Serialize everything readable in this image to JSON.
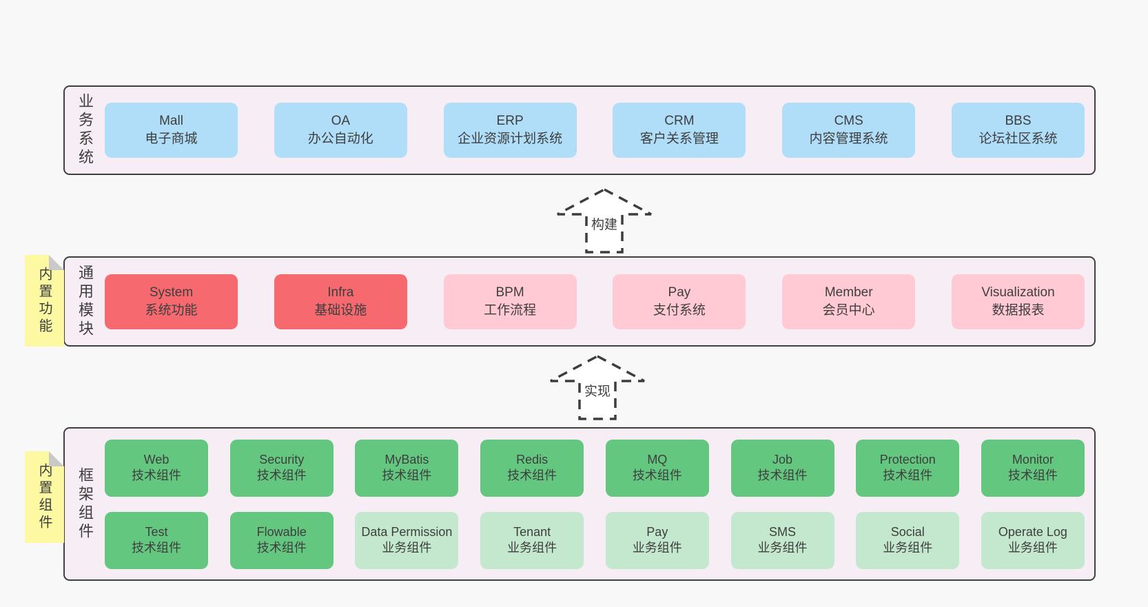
{
  "page": {
    "background": "#f8f8f8"
  },
  "colors": {
    "band_fill": "#f7edf5",
    "band_border": "#3f3f3f",
    "blue": "#b0def8",
    "red": "#f5696f",
    "pink": "#ffcad3",
    "green": "#64c780",
    "light_green": "#c3e8cd",
    "note_yellow": "#fcf9a2",
    "note_fold": "#c9c9c9",
    "text": "#3e3e3e",
    "arrow_fill": "#ffffff",
    "arrow_stroke": "#3d3d3d"
  },
  "bands": [
    {
      "label": "业务系统",
      "boxes": [
        {
          "title": "Mall",
          "subtitle": "电子商城",
          "variant": "blue"
        },
        {
          "title": "OA",
          "subtitle": "办公自动化",
          "variant": "blue"
        },
        {
          "title": "ERP",
          "subtitle": "企业资源计划系统",
          "variant": "blue"
        },
        {
          "title": "CRM",
          "subtitle": "客户关系管理",
          "variant": "blue"
        },
        {
          "title": "CMS",
          "subtitle": "内容管理系统",
          "variant": "blue"
        },
        {
          "title": "BBS",
          "subtitle": "论坛社区系统",
          "variant": "blue"
        }
      ]
    },
    {
      "label": "通用模块",
      "note": "内置功能",
      "boxes": [
        {
          "title": "System",
          "subtitle": "系统功能",
          "variant": "red"
        },
        {
          "title": "Infra",
          "subtitle": "基础设施",
          "variant": "red"
        },
        {
          "title": "BPM",
          "subtitle": "工作流程",
          "variant": "pink"
        },
        {
          "title": "Pay",
          "subtitle": "支付系统",
          "variant": "pink"
        },
        {
          "title": "Member",
          "subtitle": "会员中心",
          "variant": "pink"
        },
        {
          "title": "Visualization",
          "subtitle": "数据报表",
          "variant": "pink"
        }
      ]
    },
    {
      "label": "框架组件",
      "note": "内置组件",
      "rows": [
        [
          {
            "title": "Web",
            "subtitle": "技术组件",
            "variant": "green"
          },
          {
            "title": "Security",
            "subtitle": "技术组件",
            "variant": "green"
          },
          {
            "title": "MyBatis",
            "subtitle": "技术组件",
            "variant": "green"
          },
          {
            "title": "Redis",
            "subtitle": "技术组件",
            "variant": "green"
          },
          {
            "title": "MQ",
            "subtitle": "技术组件",
            "variant": "green"
          },
          {
            "title": "Job",
            "subtitle": "技术组件",
            "variant": "green"
          },
          {
            "title": "Protection",
            "subtitle": "技术组件",
            "variant": "green"
          },
          {
            "title": "Monitor",
            "subtitle": "技术组件",
            "variant": "green"
          }
        ],
        [
          {
            "title": "Test",
            "subtitle": "技术组件",
            "variant": "green"
          },
          {
            "title": "Flowable",
            "subtitle": "技术组件",
            "variant": "green"
          },
          {
            "title": "Data Permission",
            "subtitle": "业务组件",
            "variant": "light-green"
          },
          {
            "title": "Tenant",
            "subtitle": "业务组件",
            "variant": "light-green"
          },
          {
            "title": "Pay",
            "subtitle": "业务组件",
            "variant": "light-green"
          },
          {
            "title": "SMS",
            "subtitle": "业务组件",
            "variant": "light-green"
          },
          {
            "title": "Social",
            "subtitle": "业务组件",
            "variant": "light-green"
          },
          {
            "title": "Operate Log",
            "subtitle": "业务组件",
            "variant": "light-green"
          }
        ]
      ]
    }
  ],
  "arrows": [
    {
      "label": "构建"
    },
    {
      "label": "实现"
    }
  ]
}
